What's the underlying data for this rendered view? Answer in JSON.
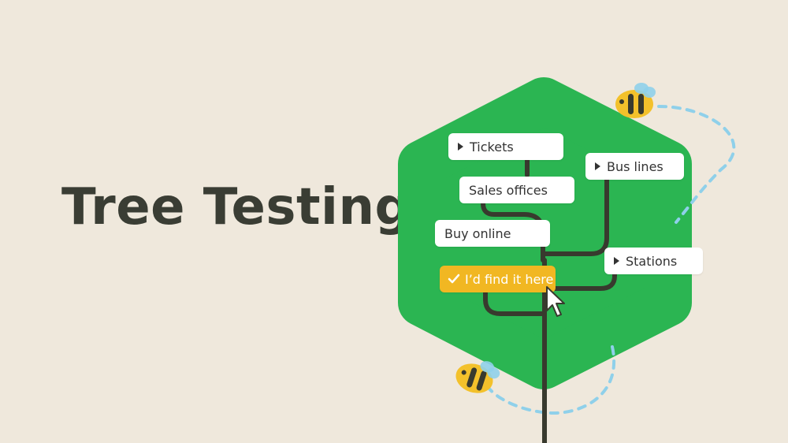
{
  "title": "Tree Testing",
  "tree": {
    "nodes": [
      {
        "label": "Tickets",
        "icon": "triangle-right-icon"
      },
      {
        "label": "Bus lines",
        "icon": "triangle-right-icon"
      },
      {
        "label": "Sales offices"
      },
      {
        "label": "Buy online"
      },
      {
        "label": "Stations",
        "icon": "triangle-right-icon"
      }
    ],
    "selected": {
      "label": "I’d find it here",
      "icon": "check-icon"
    }
  },
  "colors": {
    "background": "#efe8dc",
    "tree_green": "#2bb552",
    "branch": "#383a2e",
    "selected_yellow": "#f1b722",
    "bee_yellow": "#f3c12b",
    "flight_path": "#8fd0ea"
  }
}
